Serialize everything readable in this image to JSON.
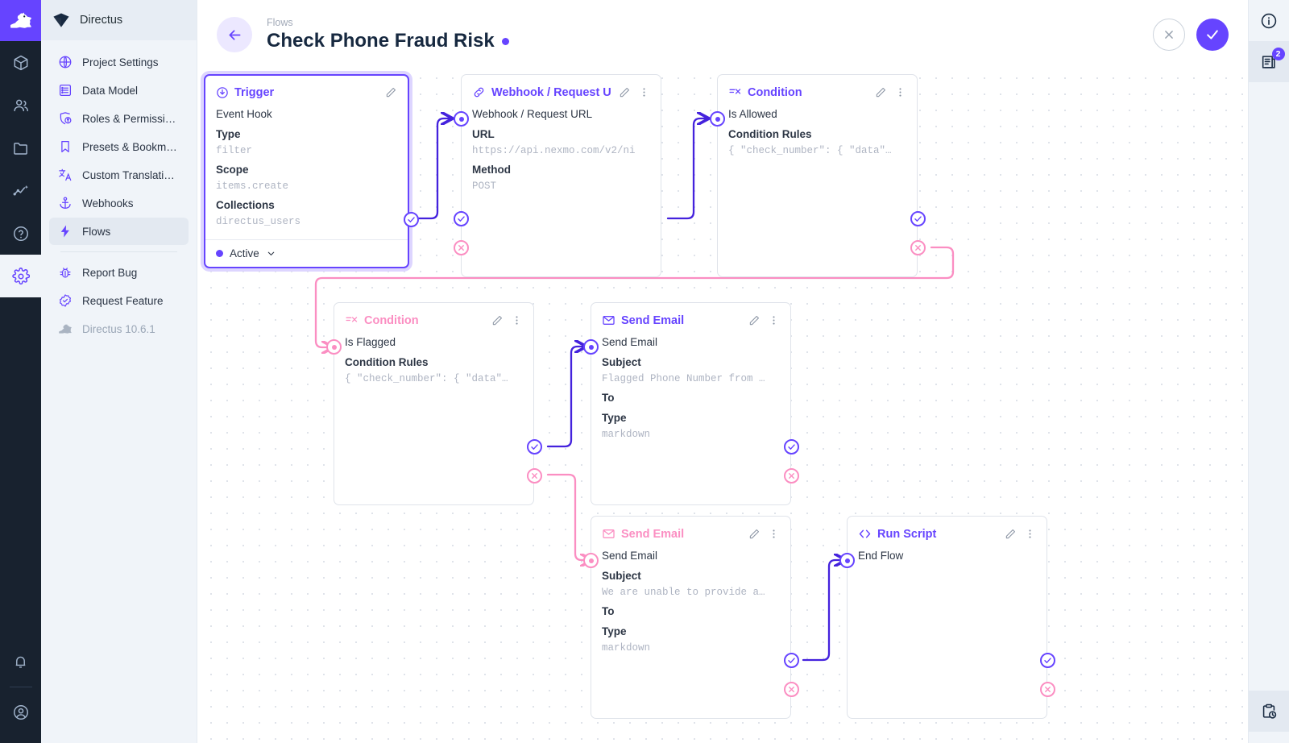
{
  "rail": {
    "logo_icon": "directus-rabbit-logo",
    "icons": [
      {
        "name": "content-box-icon",
        "active": false
      },
      {
        "name": "users-icon",
        "active": false
      },
      {
        "name": "files-folder-icon",
        "active": false
      },
      {
        "name": "insights-icon",
        "active": false
      },
      {
        "name": "help-circle-icon",
        "active": false
      },
      {
        "name": "settings-gear-icon",
        "active": true
      }
    ],
    "bottom_icons": [
      {
        "name": "notifications-bell-icon"
      },
      {
        "name": "user-account-icon"
      }
    ]
  },
  "sidebar": {
    "header": {
      "title": "Directus",
      "icon": "directus-diamond-icon"
    },
    "items": [
      {
        "label": "Project Settings",
        "icon": "globe-icon",
        "active": false
      },
      {
        "label": "Data Model",
        "icon": "list-box-icon",
        "active": false
      },
      {
        "label": "Roles & Permissions",
        "icon": "shield-user-icon",
        "active": false
      },
      {
        "label": "Presets & Bookmar…",
        "icon": "bookmark-icon",
        "active": false
      },
      {
        "label": "Custom Translations",
        "icon": "translate-icon",
        "active": false
      },
      {
        "label": "Webhooks",
        "icon": "anchor-icon",
        "active": false
      },
      {
        "label": "Flows",
        "icon": "bolt-icon",
        "active": true
      }
    ],
    "footer_items": [
      {
        "label": "Report Bug",
        "icon": "bug-icon",
        "muted": false
      },
      {
        "label": "Request Feature",
        "icon": "check-badge-icon",
        "muted": false
      },
      {
        "label": "Directus 10.6.1",
        "icon": "directus-rabbit-icon",
        "muted": true
      }
    ]
  },
  "header": {
    "back_icon": "arrow-left-icon",
    "breadcrumb": "Flows",
    "title": "Check Phone Fraud Risk",
    "status_dot_color": "#6644ff",
    "cancel_label": "✕",
    "save_label": "✓"
  },
  "right_rail": {
    "icons": [
      {
        "name": "info-circle-icon",
        "badge": null
      },
      {
        "name": "flow-logs-icon",
        "badge": "2"
      }
    ],
    "bottom_icons": [
      {
        "name": "activity-clipboard-icon"
      }
    ]
  },
  "colors": {
    "accent": "#6644ff",
    "pink": "#fb8ec2",
    "muted": "#aeb4c2",
    "canvas_dot": "#dfe3ea"
  },
  "flow": {
    "nodes": [
      {
        "id": "trigger",
        "type_label": "Trigger",
        "type_icon": "trigger-circle-icon",
        "name": "Event Hook",
        "selected": true,
        "accent": "purple",
        "has_edit": true,
        "has_menu": false,
        "fields": [
          {
            "label": "Type",
            "value": "filter"
          },
          {
            "label": "Scope",
            "value": "items.create"
          },
          {
            "label": "Collections",
            "value": "directus_users"
          }
        ],
        "footer": {
          "label": "Active",
          "chevron": "chevron-down-icon"
        },
        "handles": {
          "resolve": true,
          "reject": false,
          "input": false
        }
      },
      {
        "id": "webhook",
        "type_label": "Webhook / Request U",
        "type_icon": "link-icon",
        "name": "Webhook / Request URL",
        "selected": false,
        "accent": "purple",
        "has_edit": true,
        "has_menu": true,
        "fields": [
          {
            "label": "URL",
            "value": "https://api.nexmo.com/v2/ni"
          },
          {
            "label": "Method",
            "value": "POST"
          }
        ],
        "handles": {
          "resolve": true,
          "reject": true,
          "input": true
        }
      },
      {
        "id": "condition-allowed",
        "type_label": "Condition",
        "type_icon": "condition-icon",
        "name": "Is Allowed",
        "selected": false,
        "accent": "purple",
        "has_edit": true,
        "has_menu": true,
        "fields": [
          {
            "label": "Condition Rules",
            "value": "{ \"check_number\": { \"data\"…"
          }
        ],
        "handles": {
          "resolve": true,
          "reject": true,
          "input": true
        }
      },
      {
        "id": "condition-flagged",
        "type_label": "Condition",
        "type_icon": "condition-icon",
        "name": "Is Flagged",
        "selected": false,
        "accent": "pink",
        "has_edit": true,
        "has_menu": true,
        "fields": [
          {
            "label": "Condition Rules",
            "value": "{ \"check_number\": { \"data\"…"
          }
        ],
        "handles": {
          "resolve": true,
          "reject": true,
          "input": true
        }
      },
      {
        "id": "send-email-flagged",
        "type_label": "Send Email",
        "type_icon": "envelope-icon",
        "name": "Send Email",
        "selected": false,
        "accent": "purple",
        "has_edit": true,
        "has_menu": true,
        "fields": [
          {
            "label": "Subject",
            "value": "Flagged Phone Number from …"
          },
          {
            "label": "To",
            "value": ""
          },
          {
            "label": "Type",
            "value": "markdown"
          }
        ],
        "handles": {
          "resolve": true,
          "reject": true,
          "input": true
        }
      },
      {
        "id": "send-email-unable",
        "type_label": "Send Email",
        "type_icon": "envelope-icon",
        "name": "Send Email",
        "selected": false,
        "accent": "pink",
        "has_edit": true,
        "has_menu": true,
        "fields": [
          {
            "label": "Subject",
            "value": "We are unable to provide a…"
          },
          {
            "label": "To",
            "value": ""
          },
          {
            "label": "Type",
            "value": "markdown"
          }
        ],
        "handles": {
          "resolve": true,
          "reject": true,
          "input": true
        }
      },
      {
        "id": "run-script",
        "type_label": "Run Script",
        "type_icon": "code-brackets-icon",
        "name": "End Flow",
        "selected": false,
        "accent": "purple",
        "has_edit": true,
        "has_menu": true,
        "fields": [],
        "handles": {
          "resolve": true,
          "reject": true,
          "input": true
        }
      }
    ]
  }
}
